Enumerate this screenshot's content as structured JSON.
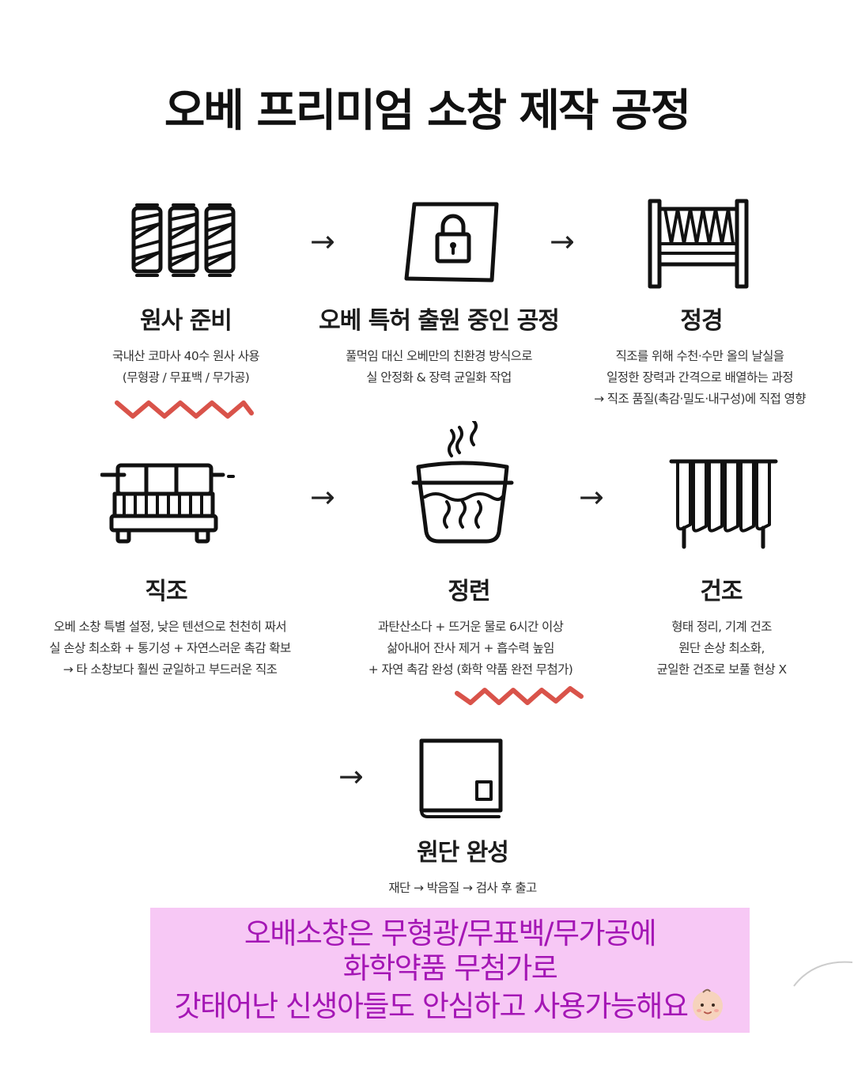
{
  "title": "오베 프리미엄 소창 제작 공정",
  "accent_colors": {
    "zigzag": "#d9534a",
    "note_bg": "#f7c8f5",
    "note_text": "#a416b5"
  },
  "steps": [
    {
      "icon": "thread-spools-icon",
      "title": "원사 준비",
      "desc": [
        "국내산 코마사 40수 원사 사용",
        "(무형광 / 무표백 / 무가공)"
      ]
    },
    {
      "icon": "locked-fabric-icon",
      "title": "오베 특허 출원 중인 공정",
      "desc": [
        "풀먹임 대신 오베만의 친환경 방식으로",
        "실 안정화 & 장력 균일화 작업"
      ]
    },
    {
      "icon": "warping-beam-icon",
      "title": "정경",
      "desc": [
        "직조를 위해 수천·수만 올의 날실을",
        "일정한 장력과 간격으로 배열하는 과정",
        "→ 직조 품질(촉감·밀도·내구성)에 직접 영향"
      ]
    },
    {
      "icon": "loom-icon",
      "title": "직조",
      "desc": [
        "오베 소창 특별 설정, 낮은 텐션으로 천천히 짜서",
        "실 손상 최소화 + 통기성 + 자연스러운 촉감 확보",
        "→ 타 소창보다 훨씬 균일하고 부드러운 직조"
      ]
    },
    {
      "icon": "boiling-pot-icon",
      "title": "정련",
      "desc": [
        "과탄산소다 + 뜨거운 물로 6시간 이상",
        "삶아내어 잔사 제거 + 흡수력 높임",
        "+ 자연 촉감 완성 (화학 약품 완전 무첨가)"
      ]
    },
    {
      "icon": "drying-rack-icon",
      "title": "건조",
      "desc": [
        "형태 정리, 기계 건조",
        "원단 손상 최소화,",
        "균일한 건조로 보풀 현상 X"
      ]
    },
    {
      "icon": "folded-fabric-icon",
      "title": "원단 완성",
      "desc": [
        "재단 → 박음질 → 검사 후 출고"
      ]
    }
  ],
  "arrow_glyph": "→",
  "note": {
    "lines": [
      "오배소창은 무형광/무표백/무가공에",
      "화학약품 무첨가로",
      "갓태어난 신생아들도 안심하고 사용가능해요"
    ],
    "emoji": "baby-face-icon"
  }
}
